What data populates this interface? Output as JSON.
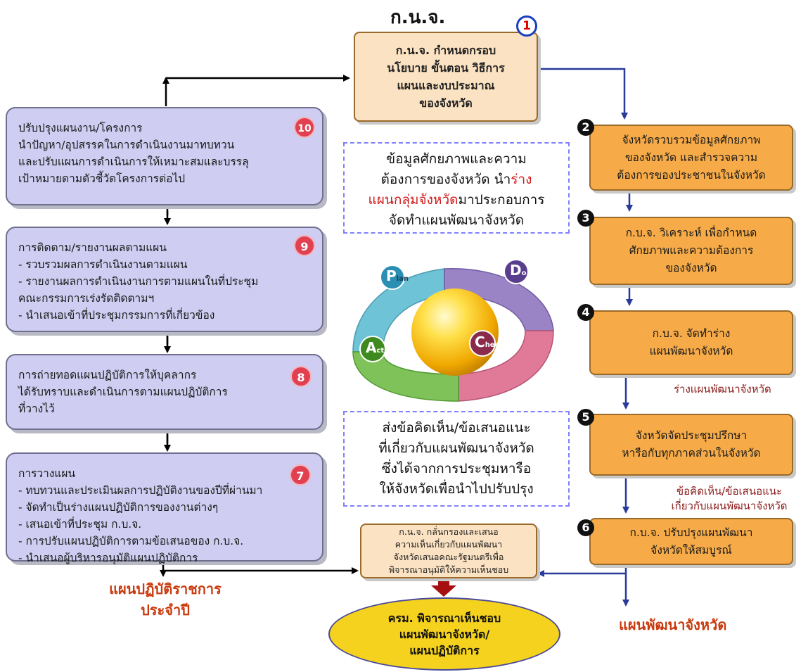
{
  "header": {
    "title": "ก.น.จ."
  },
  "colors": {
    "left_box": "#cfcdf1",
    "right_box": "#f7ab48",
    "peach_box": "#fbe2c2",
    "connector_black": "#000000",
    "connector_blue": "#283a9a",
    "label_red": "#c93a0e"
  },
  "step1": {
    "num": "1",
    "lines": [
      "ก.น.จ. กำหนดกรอบ",
      "นโยบาย ขั้นตอน วิธีการ",
      "แผนและงบประมาณ",
      "ของจังหวัด"
    ]
  },
  "step2": {
    "num": "2",
    "lines": [
      "จังหวัดรวบรวมข้อมูลศักยภาพ",
      "ของจังหวัด และสำรวจความ",
      "ต้องการของประชาชนในจังหวัด"
    ]
  },
  "step3": {
    "num": "3",
    "lines": [
      "ก.บ.จ. วิเคราะห์ เพื่อกำหนด",
      "ศักยภาพและความต้องการ",
      "ของจังหวัด"
    ]
  },
  "step4": {
    "num": "4",
    "lines": [
      "ก.บ.จ. จัดทำร่าง",
      "แผนพัฒนาจังหวัด"
    ]
  },
  "step5": {
    "num": "5",
    "lines": [
      "จังหวัดจัดประชุมปรึกษา",
      "หารือกับทุกภาคส่วนในจังหวัด"
    ]
  },
  "step6": {
    "num": "6",
    "lines": [
      "ก.บ.จ. ปรับปรุงแผนพัฒนา",
      "จังหวัดให้สมบูรณ์"
    ]
  },
  "step7": {
    "num": "7",
    "lines": [
      "การวางแผน",
      "- ทบทวนและประเมินผลการปฏิบัติงานของปีที่ผ่านมา",
      "- จัดทำเป็นร่างแผนปฏิบัติการของงานต่างๆ",
      "- เสนอเข้าที่ประชุม ก.บ.จ.",
      "- การปรับแผนปฏิบัติการตามข้อเสนอของ ก.บ.จ.",
      "- นำเสนอผู้บริหารอนุมัติแผนปฏิบัติการ"
    ]
  },
  "step8": {
    "num": "8",
    "lines": [
      "การถ่ายทอดแผนปฏิบัติการให้บุคลากร",
      "ได้รับทราบและดำเนินการตามแผนปฏิบัติการ",
      "ที่วางไว้"
    ]
  },
  "step9": {
    "num": "9",
    "lines": [
      "การติดตาม/รายงานผลตามแผน",
      "- รวบรวมผลการดำเนินงานตามแผน",
      "- รายงานผลการดำเนินงานการตามแผนในที่ประชุม",
      "คณะกรรมการเร่งรัดติดตามฯ",
      "- นำเสนอเข้าที่ประชุมกรรมการที่เกี่ยวข้อง"
    ]
  },
  "step10": {
    "num": "10",
    "lines": [
      "ปรับปรุงแผนงาน/โครงการ",
      "นำปัญหา/อุปสรรคในการดำเนินงานมาทบทวน",
      "และปรับแผนการดำเนินการให้เหมาะสมและบรรลุ",
      "เป้าหมายตามตัวชี้วัดโครงการต่อไป"
    ]
  },
  "info_top": {
    "line1": "ข้อมูลศักยภาพและความ",
    "line2_prefix": "ต้องการของจังหวัด นำ",
    "line2_red": "ร่าง",
    "line3_red": "แผนกลุ่มจังหวัด",
    "line3_suffix": "มาประกอบการ",
    "line4": "จัดทำแผนพัฒนาจังหวัด"
  },
  "info_bottom": {
    "lines": [
      "ส่งข้อคิดเห็น/ข้อเสนอแนะ",
      "ที่เกี่ยวกับแผนพัฒนาจังหวัด",
      "ซึ่งได้จากการประชุมหารือ",
      "ให้จังหวัดเพื่อนำไปปรับปรุง"
    ]
  },
  "pdca": {
    "plan_letter": "P",
    "plan_rest": "lan",
    "do_letter": "D",
    "do_rest": "o",
    "check_letter": "C",
    "check_rest": "heck",
    "act_letter": "A",
    "act_rest": "ct"
  },
  "review_box": {
    "lines": [
      "ก.น.จ. กลั่นกรองและเสนอ",
      "ความเห็นเกี่ยวกับแผนพัฒนา",
      "จังหวัดเสนอคณะรัฐมนตรีเพื่อ",
      "พิจารณาอนุมัติให้ความเห็นชอบ"
    ]
  },
  "cabinet": {
    "lines": [
      "ครม. พิจารณาเห็นชอบ",
      "แผนพัฒนาจังหวัด/",
      "แผนปฏิบัติการ"
    ]
  },
  "labels": {
    "draft_plan": "ร่างแผนพัฒนาจังหวัด",
    "feedback_1": "ข้อคิดเห็น/ข้อเสนอแนะ",
    "feedback_2": "เกี่ยวกับแผนพัฒนาจังหวัด",
    "annual_plan_1": "แผนปฏิบัติราชการ",
    "annual_plan_2": "ประจำปี",
    "provincial_plan": "แผนพัฒนาจังหวัด"
  }
}
